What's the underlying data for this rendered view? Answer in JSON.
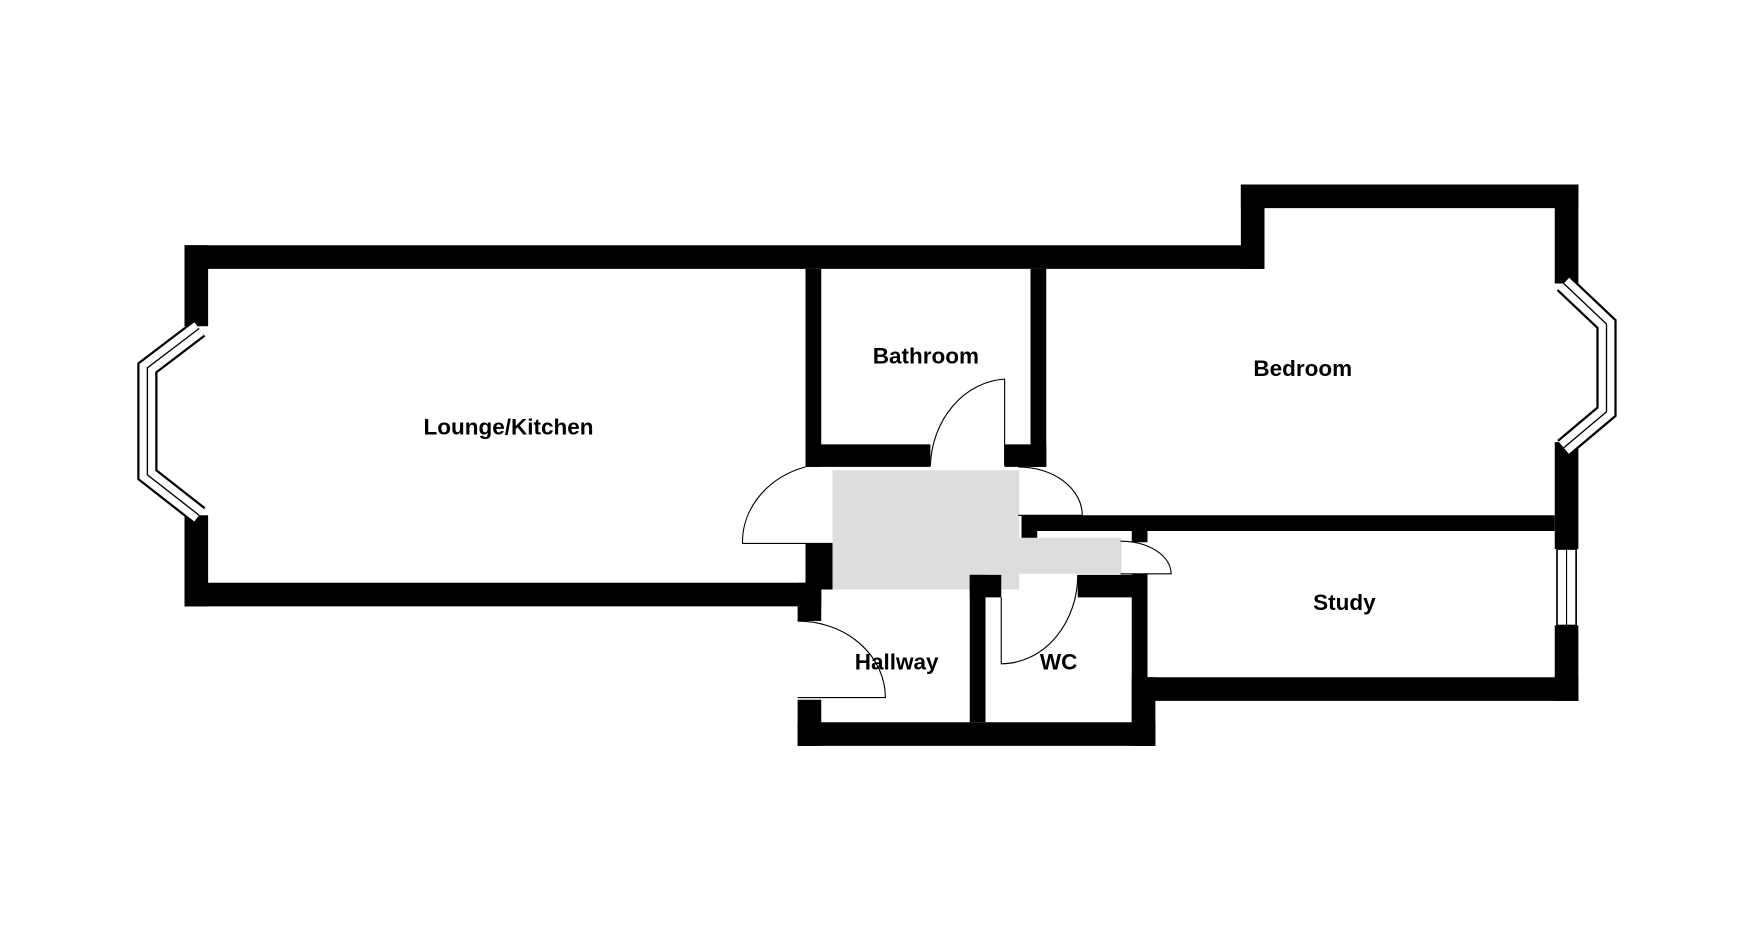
{
  "floorplan": {
    "rooms": [
      {
        "id": "lounge",
        "label": "Lounge/Kitchen"
      },
      {
        "id": "bathroom",
        "label": "Bathroom"
      },
      {
        "id": "bedroom",
        "label": "Bedroom"
      },
      {
        "id": "study",
        "label": "Study"
      },
      {
        "id": "hallway",
        "label": "Hallway"
      },
      {
        "id": "wc",
        "label": "WC"
      }
    ],
    "colors": {
      "wall": "#000000",
      "hall_floor": "#dddddd",
      "background": "#ffffff"
    }
  }
}
